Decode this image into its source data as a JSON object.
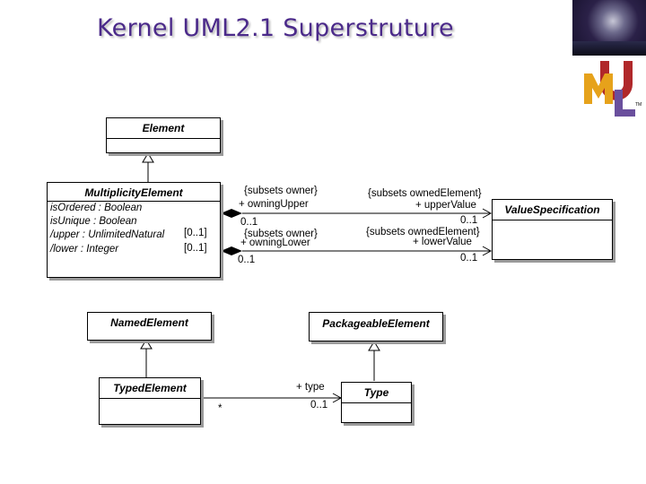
{
  "title": "Kernel UML2.1 Superstruture",
  "logo": {
    "text": "UML",
    "tm": "TM",
    "colors": [
      "#b0282a",
      "#e6a21b",
      "#6a4f9d"
    ]
  },
  "classes": {
    "element": {
      "name": "Element"
    },
    "multiplicity_element": {
      "name": "MultiplicityElement",
      "attributes": [
        {
          "text": "isOrdered : Boolean",
          "mult": ""
        },
        {
          "text": "isUnique : Boolean",
          "mult": ""
        },
        {
          "text": "/upper : UnlimitedNatural",
          "mult": "[0..1]"
        },
        {
          "text": "/lower : Integer",
          "mult": "[0..1]"
        }
      ]
    },
    "value_specification": {
      "name": "ValueSpecification"
    },
    "named_element": {
      "name": "NamedElement"
    },
    "packageable_element": {
      "name": "PackageableElement"
    },
    "typed_element": {
      "name": "TypedElement"
    },
    "type": {
      "name": "Type"
    }
  },
  "associations": {
    "upper": {
      "owner_constraint": "{subsets owner}",
      "owner_role": "+ owningUpper",
      "owner_mult": "0..1",
      "target_constraint": "{subsets ownedElement}",
      "target_role": "+ upperValue",
      "target_mult": "0..1"
    },
    "lower": {
      "owner_constraint": "{subsets owner}",
      "owner_role": "+ owningLower",
      "owner_mult": "0..1",
      "target_constraint": "{subsets ownedElement}",
      "target_role": "+ lowerValue",
      "target_mult": "0..1"
    },
    "type": {
      "source_mult": "*",
      "target_role": "+ type",
      "target_mult": "0..1"
    }
  }
}
